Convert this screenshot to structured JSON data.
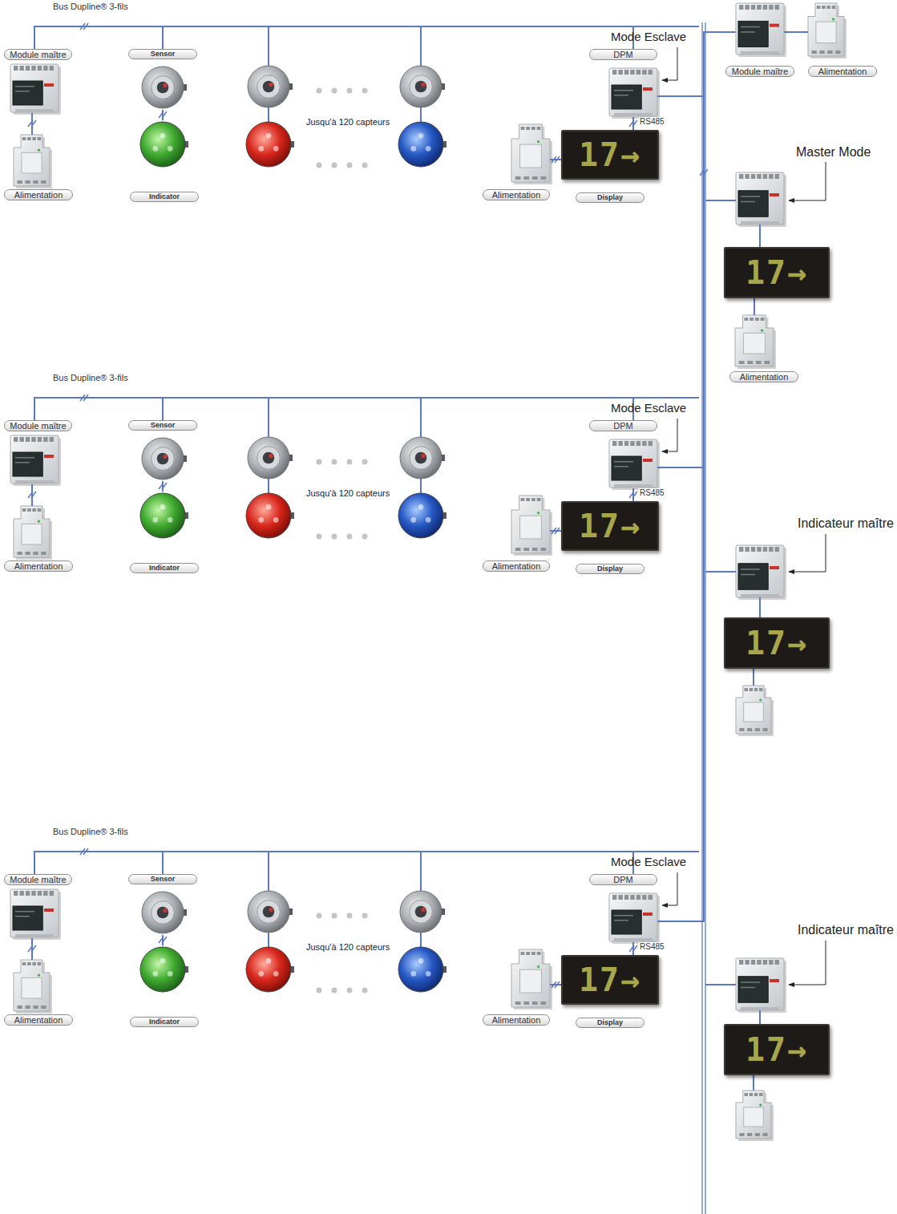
{
  "diagram": {
    "nodes": [
      {
        "text": [
          "Module maître"
        ]
      },
      {
        "text": [
          "Alimentation"
        ]
      },
      {
        "text": [
          "Sensor"
        ]
      },
      {
        "text": [
          "Indicator"
        ]
      },
      {
        "text": [
          "DPM"
        ]
      },
      {
        "text": [
          "Alimentation"
        ]
      },
      {
        "text": [
          "17→",
          "Display"
        ]
      },
      {
        "text": [
          "Module maître"
        ]
      },
      {
        "text": [
          "Alimentation"
        ]
      },
      {
        "text": [
          "Sensor"
        ]
      },
      {
        "text": [
          "Indicator"
        ]
      },
      {
        "text": [
          "DPM"
        ]
      },
      {
        "text": [
          "Alimentation"
        ]
      },
      {
        "text": [
          "17→",
          "Display"
        ]
      },
      {
        "text": [
          "Module maître"
        ]
      },
      {
        "text": [
          "Alimentation"
        ]
      },
      {
        "text": [
          "Sensor"
        ]
      },
      {
        "text": [
          "Indicator"
        ]
      },
      {
        "text": [
          "DPM"
        ]
      },
      {
        "text": [
          "Alimentation"
        ]
      },
      {
        "text": [
          "17→",
          "Display"
        ]
      },
      {
        "text": [
          "Module maître"
        ]
      },
      {
        "text": [
          "Alimentation"
        ]
      },
      {
        "text": [
          "17→"
        ]
      },
      {
        "text": [
          "Alimentation"
        ]
      },
      {
        "text": [
          "17→"
        ]
      },
      {
        "text": [
          "17→"
        ]
      }
    ],
    "edges": [
      {
        "from": 0,
        "to": 1,
        "arrow": "none"
      },
      {
        "from": 0,
        "to": 2,
        "arrow": "none"
      },
      {
        "from": 0,
        "to": 4,
        "label": "Bus Dupline® 3-fils",
        "arrow": "none"
      },
      {
        "from": 2,
        "to": 3,
        "arrow": "none"
      },
      {
        "from": 4,
        "to": 6,
        "label": "RS485",
        "arrow": "none"
      },
      {
        "from": 5,
        "to": 6,
        "arrow": "none"
      },
      {
        "from": 4,
        "to": 21,
        "arrow": "none"
      },
      {
        "from": 7,
        "to": 8,
        "arrow": "none"
      },
      {
        "from": 7,
        "to": 9,
        "arrow": "none"
      },
      {
        "from": 7,
        "to": 11,
        "label": "Bus Dupline® 3-fils",
        "arrow": "none"
      },
      {
        "from": 9,
        "to": 10,
        "arrow": "none"
      },
      {
        "from": 11,
        "to": 13,
        "label": "RS485",
        "arrow": "none"
      },
      {
        "from": 12,
        "to": 13,
        "arrow": "none"
      },
      {
        "from": 11,
        "to": 21,
        "arrow": "none"
      },
      {
        "from": 14,
        "to": 15,
        "arrow": "none"
      },
      {
        "from": 14,
        "to": 16,
        "arrow": "none"
      },
      {
        "from": 14,
        "to": 18,
        "label": "Bus Dupline® 3-fils",
        "arrow": "none"
      },
      {
        "from": 16,
        "to": 17,
        "arrow": "none"
      },
      {
        "from": 18,
        "to": 20,
        "label": "RS485",
        "arrow": "none"
      },
      {
        "from": 19,
        "to": 20,
        "arrow": "none"
      },
      {
        "from": 18,
        "to": 21,
        "arrow": "none"
      },
      {
        "from": 21,
        "to": 22,
        "arrow": "none"
      },
      {
        "from": 23,
        "to": 24,
        "arrow": "none"
      }
    ],
    "labels": [
      "Mode Esclave",
      "Jusqu'à 120 capteurs",
      "Master Mode",
      "Mode Esclave",
      "Jusqu'à 120 capteurs",
      "Indicateur maître",
      "Mode Esclave",
      "Jusqu'à 120 capteurs",
      "Indicateur maître"
    ]
  }
}
